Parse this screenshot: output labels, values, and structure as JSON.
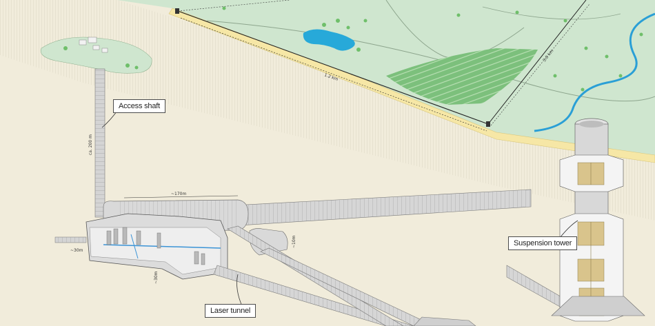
{
  "labels": {
    "access_shaft": "Access shaft",
    "suspension_tower": "Suspension tower",
    "laser_tunnel": "Laser tunnel"
  },
  "dimensions": {
    "surface_arm_a": "1.2 km",
    "surface_arm_b": "3.0 km",
    "shaft_depth": "ca. 200 m",
    "cavern_length": "~170m",
    "cavern_width": "~30m",
    "tunnel_height": "~10m",
    "cavern_depth": "~30m"
  },
  "colors": {
    "surface_green": "#cfe6cf",
    "field_green": "#7cc07c",
    "lake_blue": "#27a9d9",
    "river_blue": "#2a9fd6",
    "rock_beige": "#f1ecdb",
    "sand_band": "#f6e7a6",
    "concrete": "#cfcfcf",
    "tank_gold": "#d9c48c"
  }
}
